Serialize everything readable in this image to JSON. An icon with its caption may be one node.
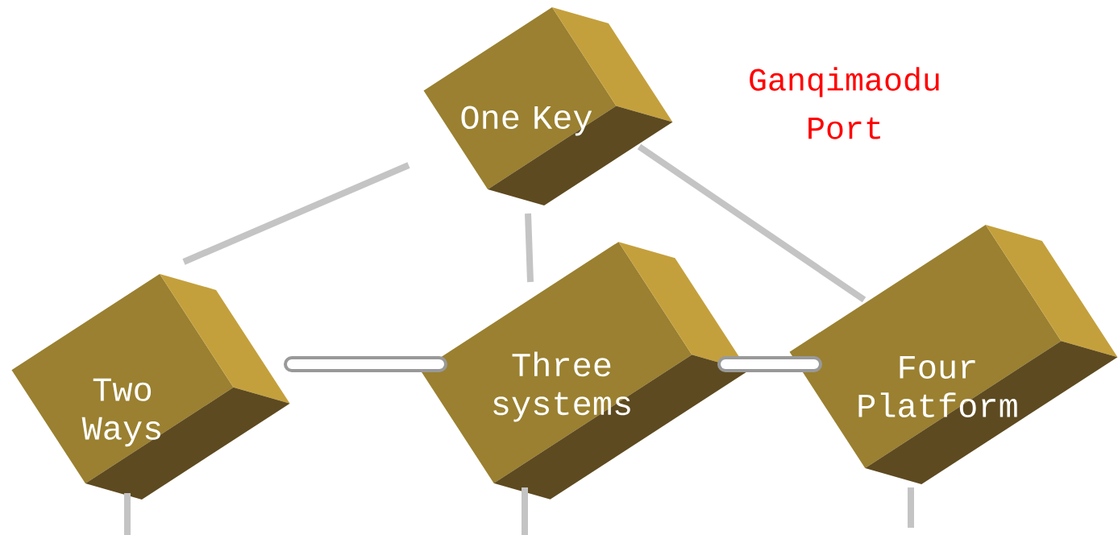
{
  "diagram": {
    "nodes": [
      {
        "text": [
          "One Key"
        ]
      },
      {
        "text": [
          "Two Ways"
        ]
      },
      {
        "text": [
          "Three systems"
        ]
      },
      {
        "text": [
          "Four Platform"
        ]
      }
    ],
    "edges": [
      {
        "from": 0,
        "to": 1,
        "arrow": "none"
      },
      {
        "from": 0,
        "to": 2,
        "arrow": "none"
      },
      {
        "from": 0,
        "to": 3,
        "arrow": "none"
      },
      {
        "from": 1,
        "to": 2,
        "arrow": "none",
        "style": "thick"
      },
      {
        "from": 2,
        "to": 3,
        "arrow": "none",
        "style": "thick"
      },
      {
        "from": 1,
        "to": null,
        "arrow": "none"
      },
      {
        "from": 2,
        "to": null,
        "arrow": "none"
      },
      {
        "from": 3,
        "to": null,
        "arrow": "none"
      }
    ],
    "labels": [
      "Ganqimaodu Port"
    ]
  }
}
